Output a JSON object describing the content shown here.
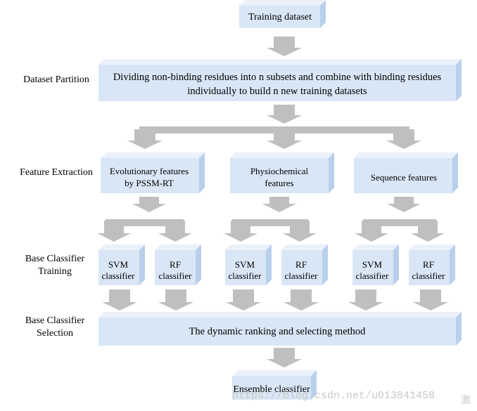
{
  "stages": {
    "partition": "Dataset Partition",
    "feature": "Feature Extraction",
    "training": [
      "Base Classifier",
      "Training"
    ],
    "selection": [
      "Base Classifier",
      "Selection"
    ]
  },
  "boxes": {
    "training_dataset": "Training dataset",
    "partition_line1": "Dividing non-binding residues into n subsets and combine with binding residues",
    "partition_line2": "individually to build n new training datasets",
    "evolutionary": [
      "Evolutionary features",
      "by PSSM-RT"
    ],
    "physiochemical": [
      "Physiochemical",
      "features"
    ],
    "sequence": "Sequence features",
    "svm": [
      "SVM",
      "classifier"
    ],
    "rf": [
      "RF",
      "classifier"
    ],
    "ranking": "The dynamic ranking and selecting method",
    "ensemble": "Ensemble classifier"
  },
  "watermark": "https://blog.csdn.net/u013841458",
  "watermark_char": "激",
  "colors": {
    "box_front": "#d9e6f5",
    "box_top": "#eaf1fa",
    "box_side": "#b9d0ec",
    "arrow": "#bfbfbf"
  }
}
